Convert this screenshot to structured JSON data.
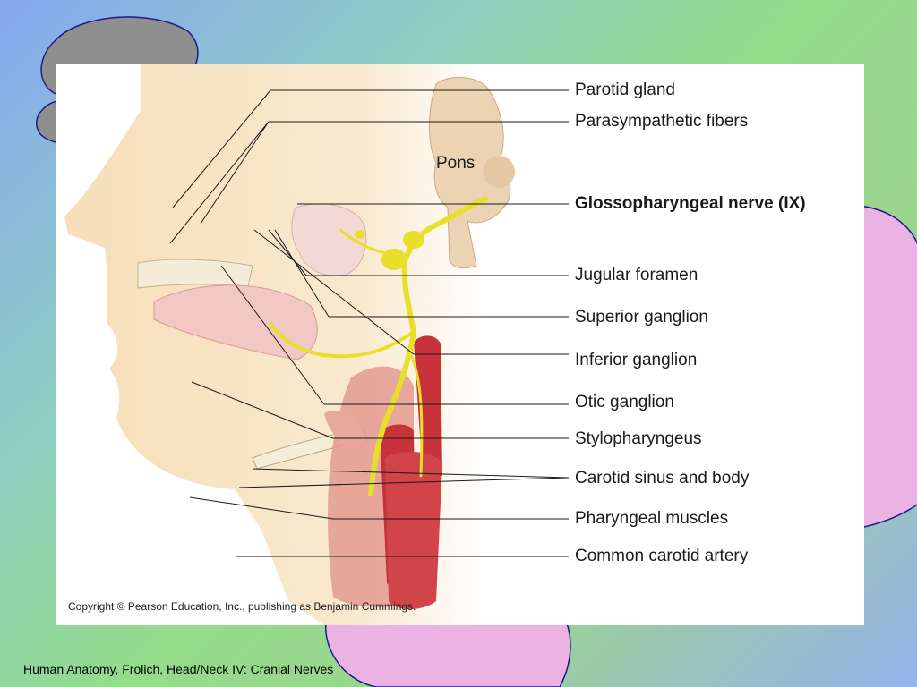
{
  "slide": {
    "footer": "Human Anatomy, Frolich, Head/Neck IV:  Cranial Nerves"
  },
  "figure": {
    "copyright": "Copyright © Pearson Education, Inc., publishing as Benjamin Cummings.",
    "pons_label": "Pons",
    "labels": [
      {
        "text": "Parotid gland",
        "bold": false
      },
      {
        "text": "Parasympathetic fibers",
        "bold": false
      },
      {
        "text": "Glossopharyngeal nerve (IX)",
        "bold": true
      },
      {
        "text": "Jugular foramen",
        "bold": false
      },
      {
        "text": "Superior ganglion",
        "bold": false
      },
      {
        "text": "Inferior ganglion",
        "bold": false
      },
      {
        "text": "Otic ganglion",
        "bold": false
      },
      {
        "text": "Stylopharyngeus",
        "bold": false
      },
      {
        "text": "Carotid sinus and body",
        "bold": false
      },
      {
        "text": "Pharyngeal muscles",
        "bold": false
      },
      {
        "text": "Common carotid artery",
        "bold": false
      }
    ]
  },
  "colors": {
    "nerve": "#e8df2a",
    "artery": "#c8323a",
    "skin": "#f6dfb8",
    "muscle": "#e39a8e",
    "gland": "#f3d9d6",
    "brainstem": "#ecd3b3",
    "blob_gray": "#8f8f8f",
    "blob_pink": "#eab3e3",
    "blob_outline": "#1a1a8c"
  }
}
